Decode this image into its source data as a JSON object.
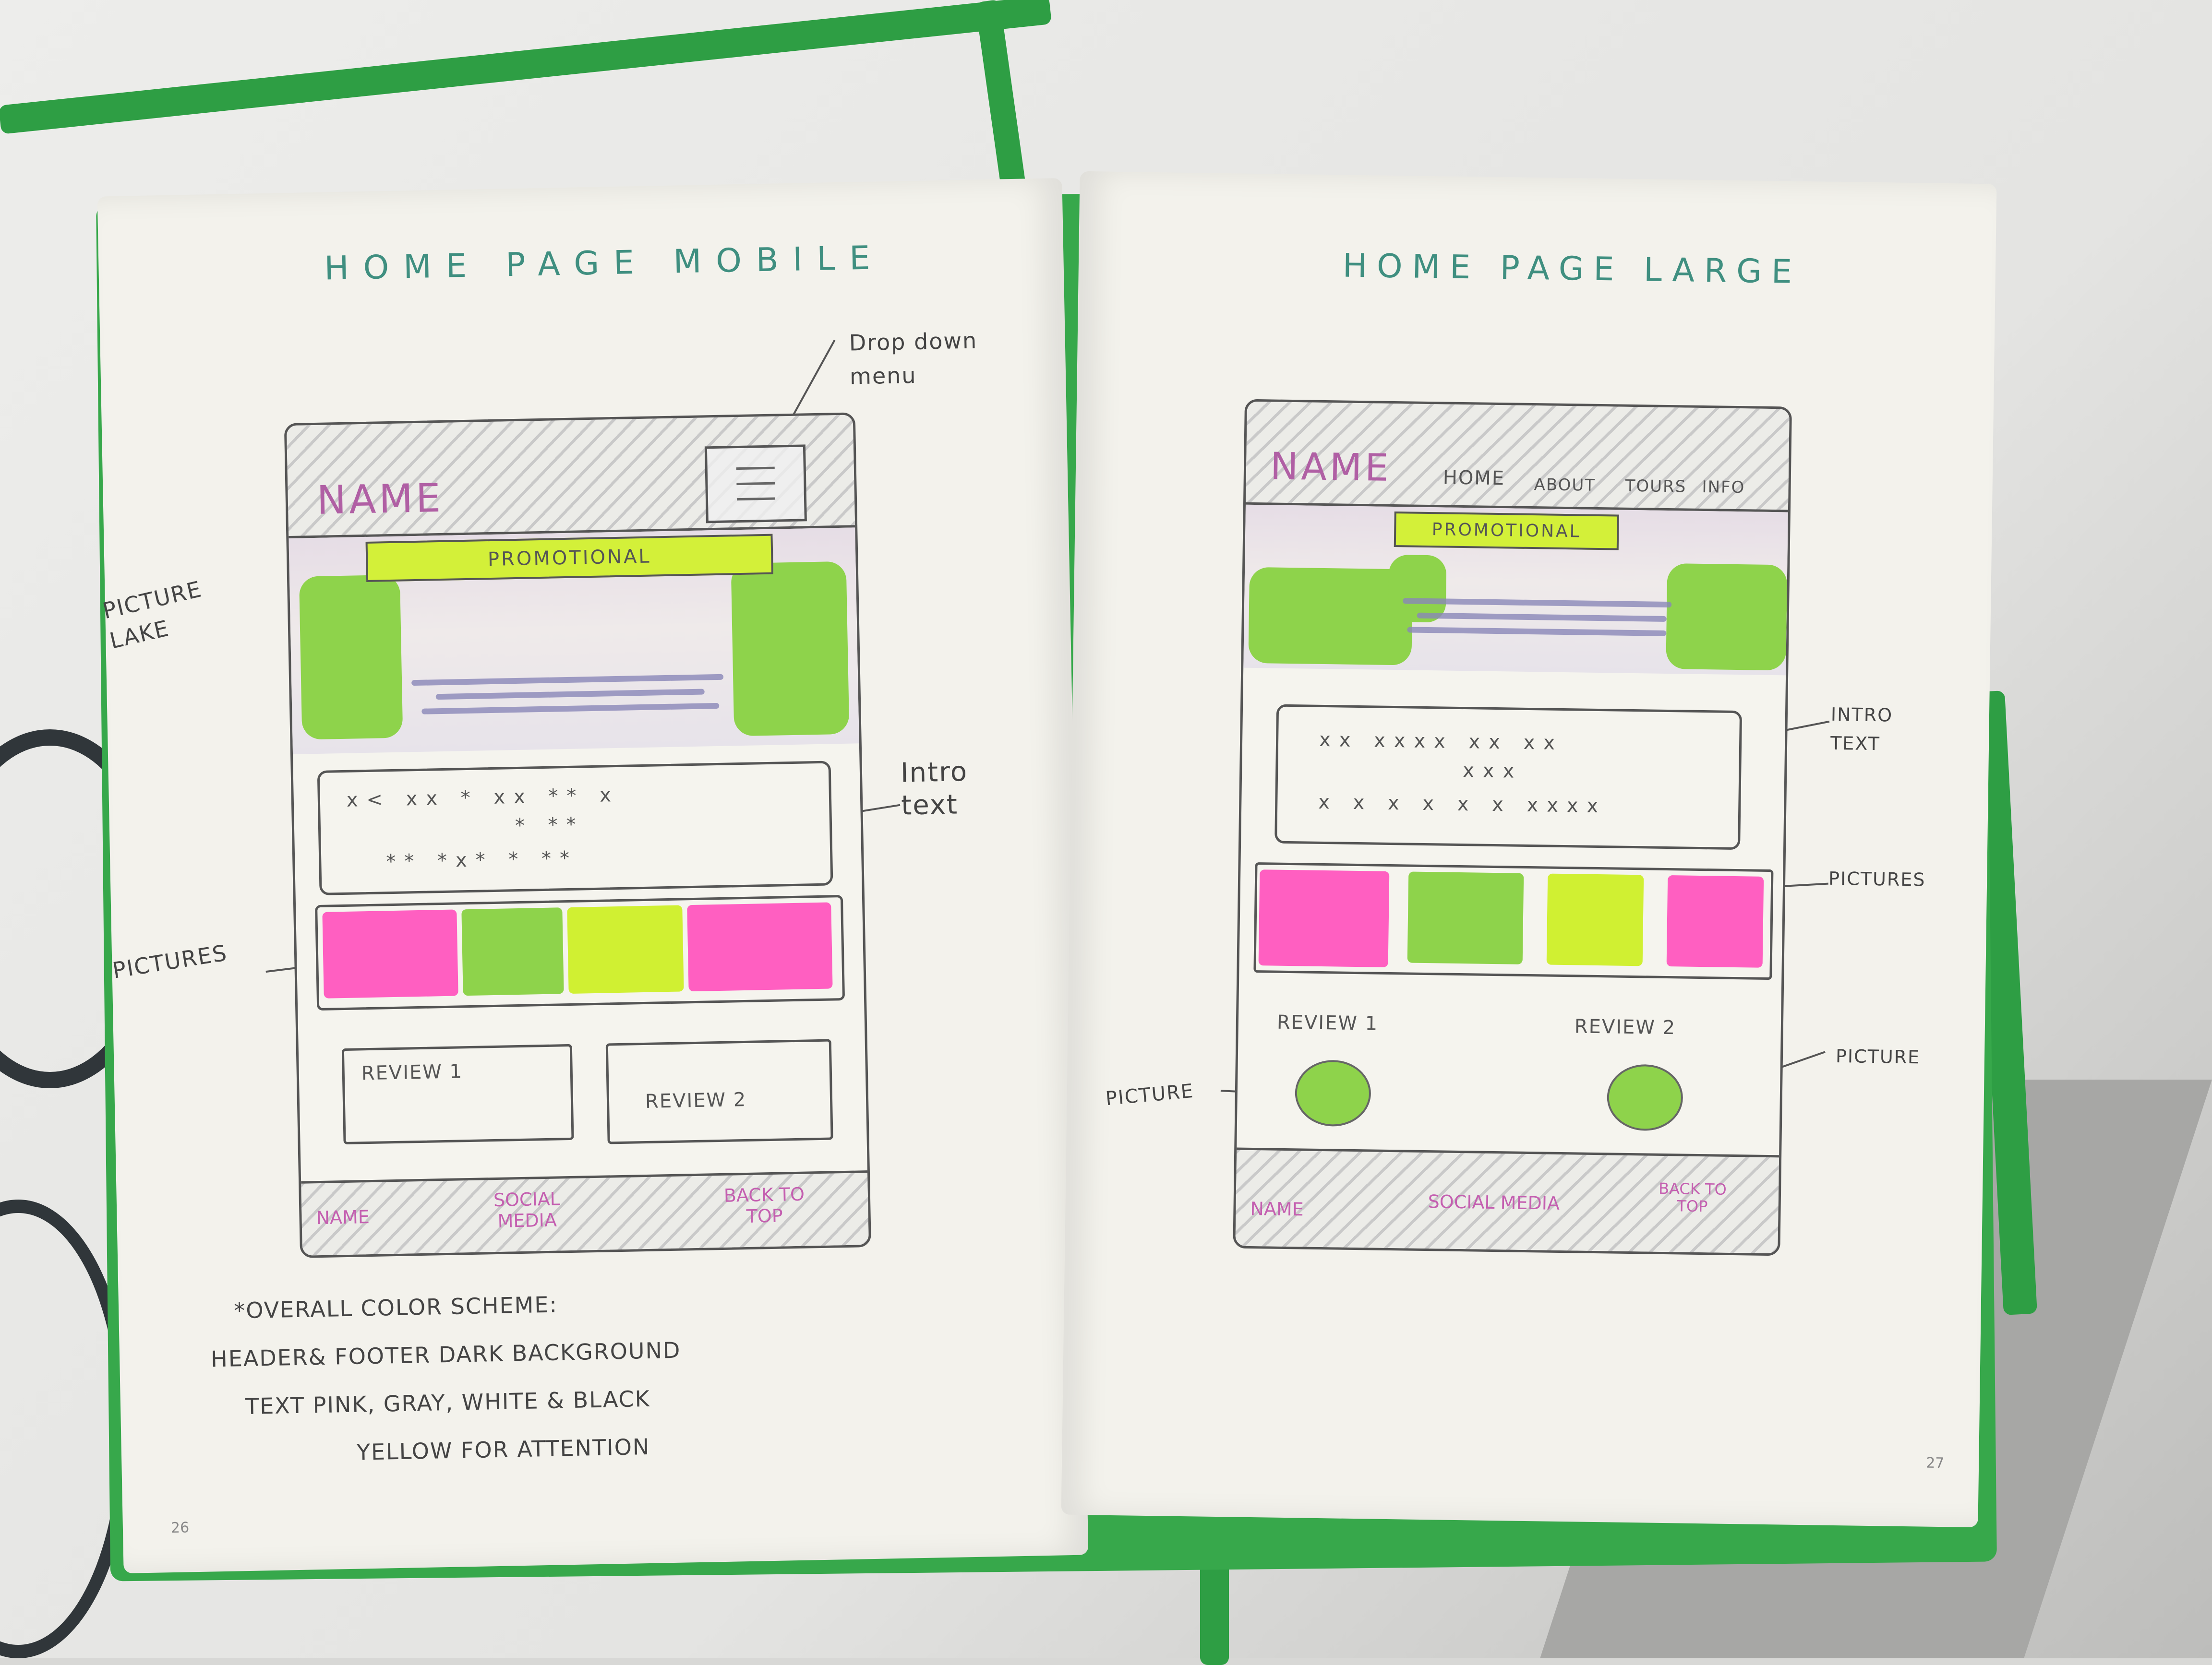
{
  "left_page": {
    "title": "HOME PAGE MOBILE",
    "page_number": "26",
    "annotations": {
      "dropdown": "Drop down\nmenu",
      "picture_lake": "PICTURE\nLAKE",
      "intro_text": "Intro\ntext",
      "pictures": "PICTURES"
    },
    "wireframe": {
      "name": "NAME",
      "promotional": "PROMOTIONAL",
      "intro_rows": [
        "x<  xx    *  xx   ** x",
        "* **",
        "**   *x*   *   **"
      ],
      "review_1": "REVIEW 1",
      "review_2": "REVIEW 2",
      "footer_name": "NAME",
      "footer_social": "SOCIAL\nMEDIA",
      "footer_back": "BACK TO\nTOP"
    },
    "notes": [
      "*OVERALL COLOR SCHEME:",
      "HEADER& FOOTER  DARK BACKGROUND",
      "TEXT  PINK, GRAY, WHITE & BLACK",
      "YELLOW FOR ATTENTION"
    ]
  },
  "right_page": {
    "title": "HOME PAGE LARGE",
    "page_number": "27",
    "annotations": {
      "intro_text": "INTRO\nTEXT",
      "pictures": "PICTURES",
      "picture_left": "PICTURE",
      "picture_right": "PICTURE"
    },
    "wireframe": {
      "name": "NAME",
      "nav": [
        "HOME",
        "ABOUT",
        "TOURS",
        "INFO"
      ],
      "promotional": "PROMOTIONAL",
      "intro_rows": [
        "xx  xxxx  xx  xx",
        "xxx",
        "x  x  x  x   x  x  xxxx"
      ],
      "review_1": "REVIEW 1",
      "review_2": "REVIEW 2",
      "footer_name": "NAME",
      "footer_social": "SOCIAL MEDIA",
      "footer_back": "BACK TO\nTOP"
    }
  },
  "colors": {
    "pink": "#ff5fc1",
    "green": "#8ed34b",
    "lime": "#d0f032",
    "ink": "#555555",
    "title_teal": "#3f8f80",
    "notebook_green": "#37a84b"
  }
}
